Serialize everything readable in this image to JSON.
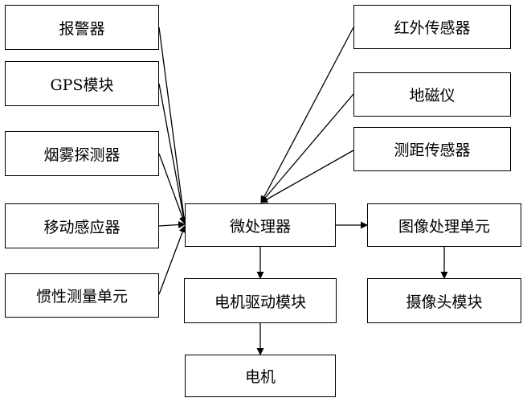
{
  "nodes": {
    "alarm": "报警器",
    "gps": "GPS模块",
    "smoke": "烟雾探测器",
    "motion": "移动感应器",
    "imu": "惯性测量单元",
    "infrared": "红外传感器",
    "magnetometer": "地磁仪",
    "rangefinder": "测距传感器",
    "mcu": "微处理器",
    "image_proc": "图像处理单元",
    "motor_driver": "电机驱动模块",
    "camera": "摄像头模块",
    "motor": "电机"
  }
}
